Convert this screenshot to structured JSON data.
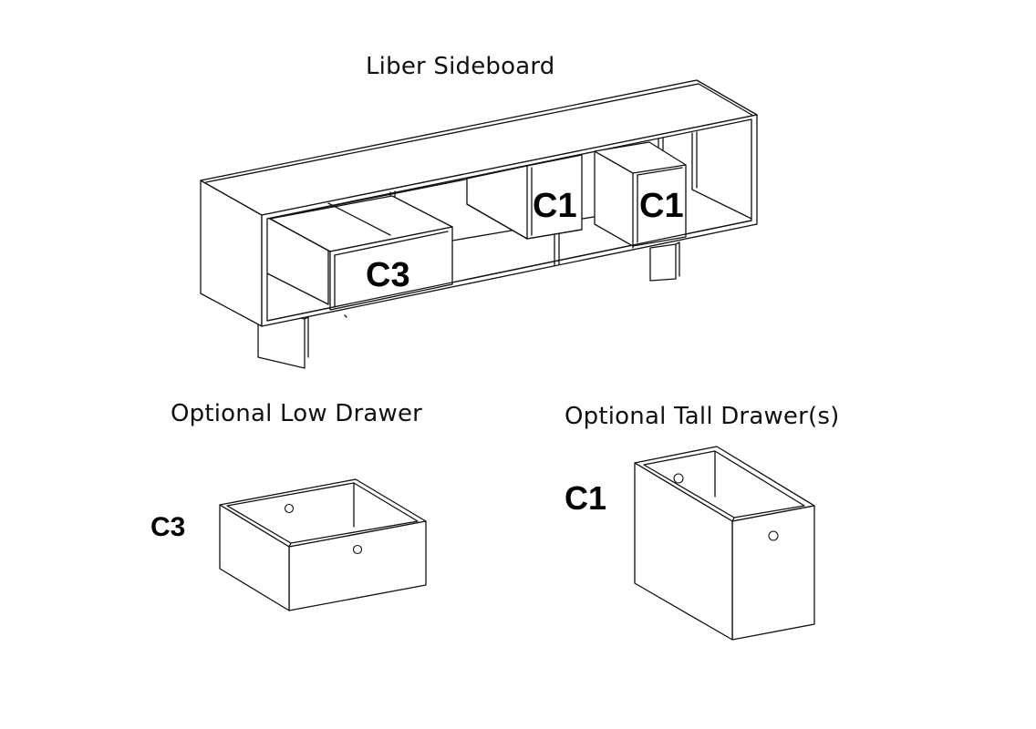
{
  "titles": {
    "sideboard": "Liber Sideboard",
    "low_drawer": "Optional Low Drawer",
    "tall_drawer": "Optional Tall Drawer(s)"
  },
  "codes": {
    "sideboard_low": "C3",
    "sideboard_tall_1": "C1",
    "sideboard_tall_2": "C1",
    "low_drawer": "C3",
    "tall_drawer": "C1"
  }
}
